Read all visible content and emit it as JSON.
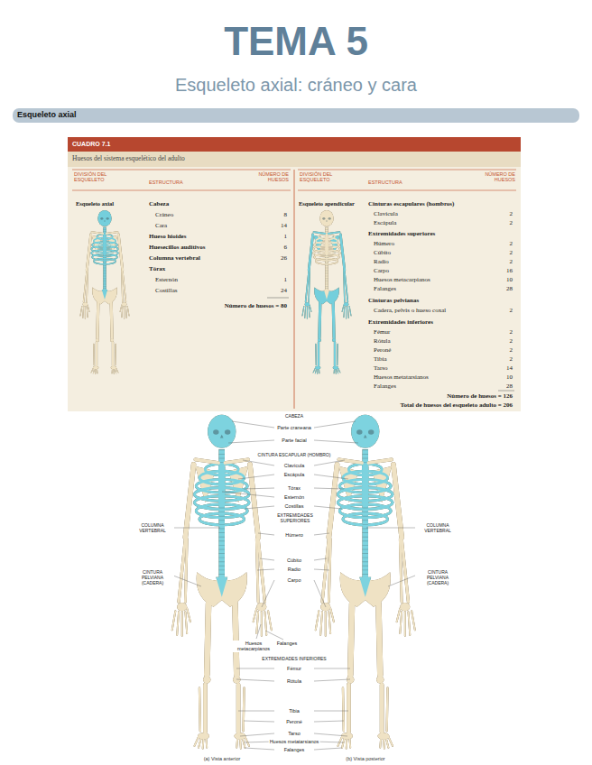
{
  "diagram": {
    "title": "TEMA 5",
    "nodes": [
      {
        "text": [
          "Esqueleto axial"
        ]
      },
      {
        "text": [
          "Huesos del sistema esquelético del adulto"
        ]
      },
      {
        "text": [
          "CUADRO 7.1"
        ],
        "in": 1
      }
    ],
    "labels": [
      "Esqueleto axial: cráneo y cara",
      "DIVISIÓN DEL ESQUELETO",
      "ESTRUCTURA",
      "NÚMERO DE HUESOS",
      "Esqueleto axial",
      "Cabeza",
      "Cráneo",
      "8",
      "Cara",
      "14",
      "Hueso hioides",
      "1",
      "Huesecillos auditivos",
      "6",
      "Columna vertebral",
      "26",
      "Tórax",
      "Esternón",
      "1",
      "Costillas",
      "24",
      "Número de huesos = 80",
      "DIVISIÓN DEL ESQUELETO",
      "ESTRUCTURA",
      "NÚMERO DE HUESOS",
      "Esqueleto apendicular",
      "Cinturas escapulares (hombros)",
      "Clavícula",
      "2",
      "Escápula",
      "2",
      "Extremidades superiores",
      "Húmero",
      "2",
      "Cúbito",
      "2",
      "Radio",
      "2",
      "Carpo",
      "16",
      "Huesos metacarpianos",
      "10",
      "Falanges",
      "28",
      "Cinturas pelvianas",
      "Cadera, pelvis o hueso coxal",
      "2",
      "Extremidades inferiores",
      "Fémur",
      "2",
      "Rótula",
      "2",
      "Peroné",
      "2",
      "Tibia",
      "2",
      "Tarso",
      "14",
      "Huesos metatarsianos",
      "10",
      "Falanges",
      "28",
      "Número de huesos = 126",
      "Total de huesos del esqueleto adulto = 206",
      "CABEZA",
      "Parte craneana",
      "Parte facial",
      "CINTURA ESCAPULAR (HOMBRO)",
      "Clavícula",
      "Escápula",
      "Tórax",
      "Esternón",
      "Costillas",
      "EXTREMIDADES SUPERIORES",
      "Húmero",
      "COLUMNA VERTEBRAL",
      "CINTURA PELVIANA (CADERA)",
      "COLUMNA VERTEBRAL",
      "CINTURA PELVIANA (CADERA)",
      "Cúbito",
      "Radio",
      "Carpo",
      "Huesos metacarpianos",
      "Falanges",
      "EXTREMIDADES INFERIORES",
      "Fémur",
      "Rótula",
      "Tibia",
      "Peroné",
      "Tarso",
      "Huesos metatarsianos",
      "Falanges",
      "(a) Vista anterior",
      "(b) Vista posterior"
    ]
  }
}
